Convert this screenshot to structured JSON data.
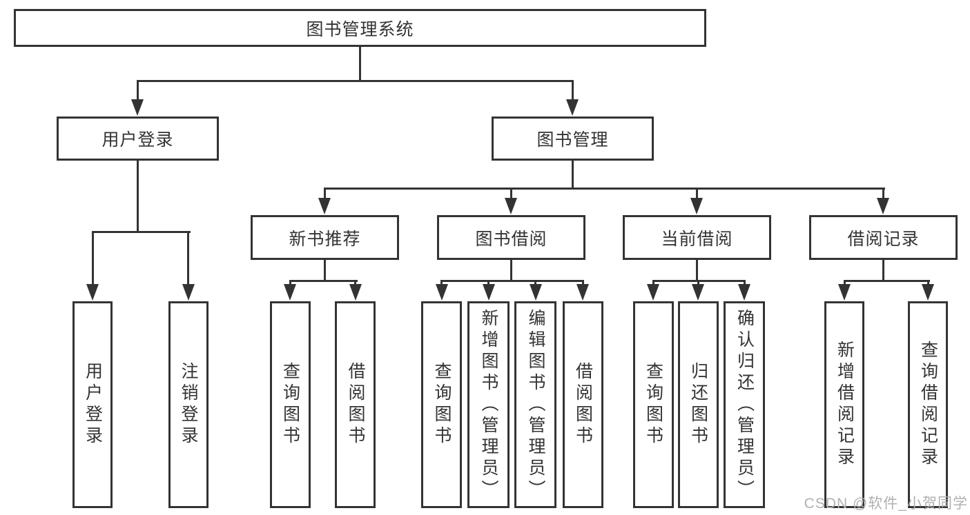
{
  "diagram": {
    "root": "图书管理系统",
    "level2": [
      {
        "label": "用户登录"
      },
      {
        "label": "图书管理"
      }
    ],
    "level3": [
      {
        "label": "新书推荐"
      },
      {
        "label": "图书借阅"
      },
      {
        "label": "当前借阅"
      },
      {
        "label": "借阅记录"
      }
    ],
    "leaves": {
      "user_login": [
        "用户登录",
        "注销登录"
      ],
      "new_book": [
        "查询图书",
        "借阅图书"
      ],
      "book_borrow": [
        "查询图书",
        "新增图书（管理员）",
        "编辑图书（管理员）",
        "借阅图书"
      ],
      "current_borrow": [
        "查询图书",
        "归还图书",
        "确认归还（管理员）"
      ],
      "borrow_record": [
        "新增借阅记录",
        "查询借阅记录"
      ]
    }
  },
  "watermark": "CSDN @软件_小贺同学"
}
